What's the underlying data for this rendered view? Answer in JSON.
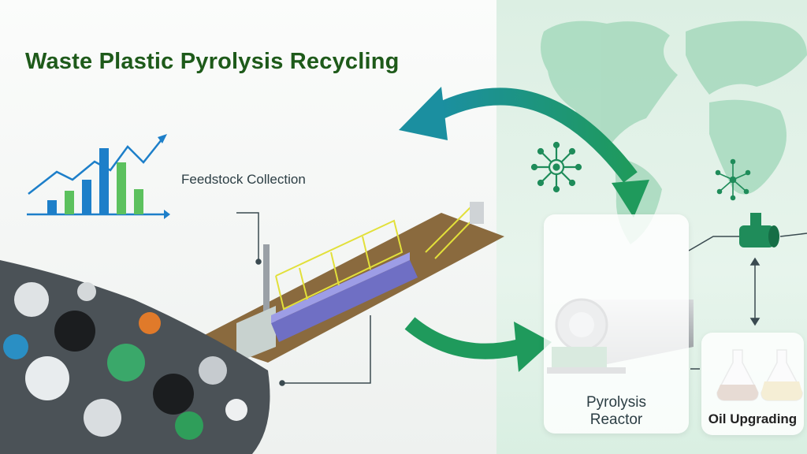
{
  "title": "Waste Plastic Pyrolysis Recycling",
  "labels": {
    "feedstock": "Feedstock Collection",
    "reactor": "Pyrolysis Reactor",
    "oil": "Oil Upgrading"
  },
  "colors": {
    "title": "#1e5a1a",
    "arrow_green": "#1f9a5c",
    "arrow_teal": "#1b8fa0",
    "chart_blue": "#1d7fc9",
    "chart_green": "#5cc15e",
    "map": "#a6d9bd"
  },
  "icons": [
    "network-icon",
    "network-icon-small",
    "pipe-valve-icon"
  ]
}
